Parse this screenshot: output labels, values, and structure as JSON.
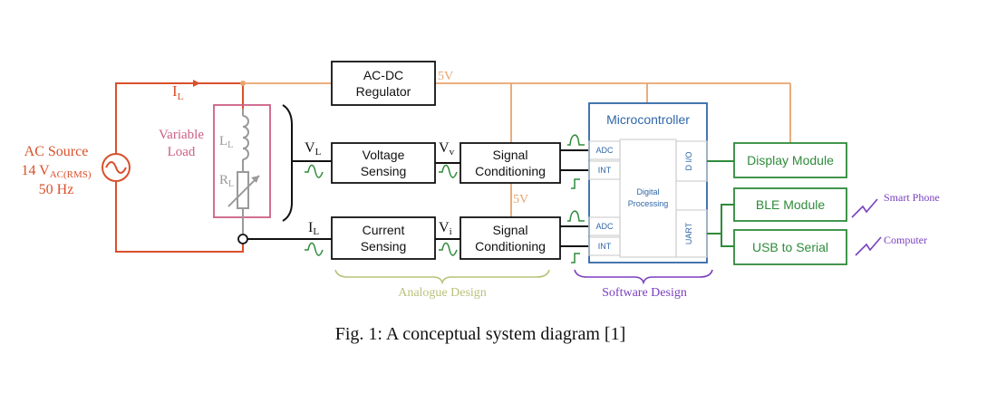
{
  "source": {
    "current_label": "I",
    "current_sub": "L",
    "line1": "AC Source",
    "line2_main": "14 V",
    "line2_sub": "AC(RMS)",
    "line3": "50 Hz"
  },
  "load": {
    "title_line1": "Variable",
    "title_line2": "Load",
    "inductor_main": "L",
    "inductor_sub": "L",
    "resistor_main": "R",
    "resistor_sub": "L"
  },
  "regulator": {
    "line1": "AC-DC",
    "line2": "Regulator",
    "output": "5V"
  },
  "voltage_path": {
    "input_main": "V",
    "input_sub": "L",
    "block_line1": "Voltage",
    "block_line2": "Sensing",
    "out_main": "V",
    "out_sub": "v",
    "cond_line1": "Signal",
    "cond_line2": "Conditioning"
  },
  "current_path": {
    "input_main": "I",
    "input_sub": "L",
    "block_line1": "Current",
    "block_line2": "Sensing",
    "out_main": "V",
    "out_sub": "i",
    "cond_line1": "Signal",
    "cond_line2": "Conditioning"
  },
  "supply_mid_label": "5V",
  "microcontroller": {
    "title": "Microcontroller",
    "adc1": "ADC",
    "int1": "INT",
    "adc2": "ADC",
    "int2": "INT",
    "core_line1": "Digital",
    "core_line2": "Processing",
    "dio": "D I/O",
    "uart": "UART"
  },
  "outputs": {
    "display": "Display Module",
    "ble": "BLE Module",
    "usb": "USB to Serial",
    "smart_phone": "Smart Phone",
    "computer": "Computer"
  },
  "sections": {
    "analogue": "Analogue Design",
    "software": "Software Design"
  },
  "caption": "Fig. 1: A conceptual system diagram [1]",
  "colors": {
    "source": "#d9502b",
    "supply": "#e8a46e",
    "load": "#cc5f86",
    "load_parts": "#9a9a9a",
    "green": "#2e8b3a",
    "micro": "#2f67a8",
    "analogue": "#b9c27a",
    "software": "#7a3fbf"
  }
}
